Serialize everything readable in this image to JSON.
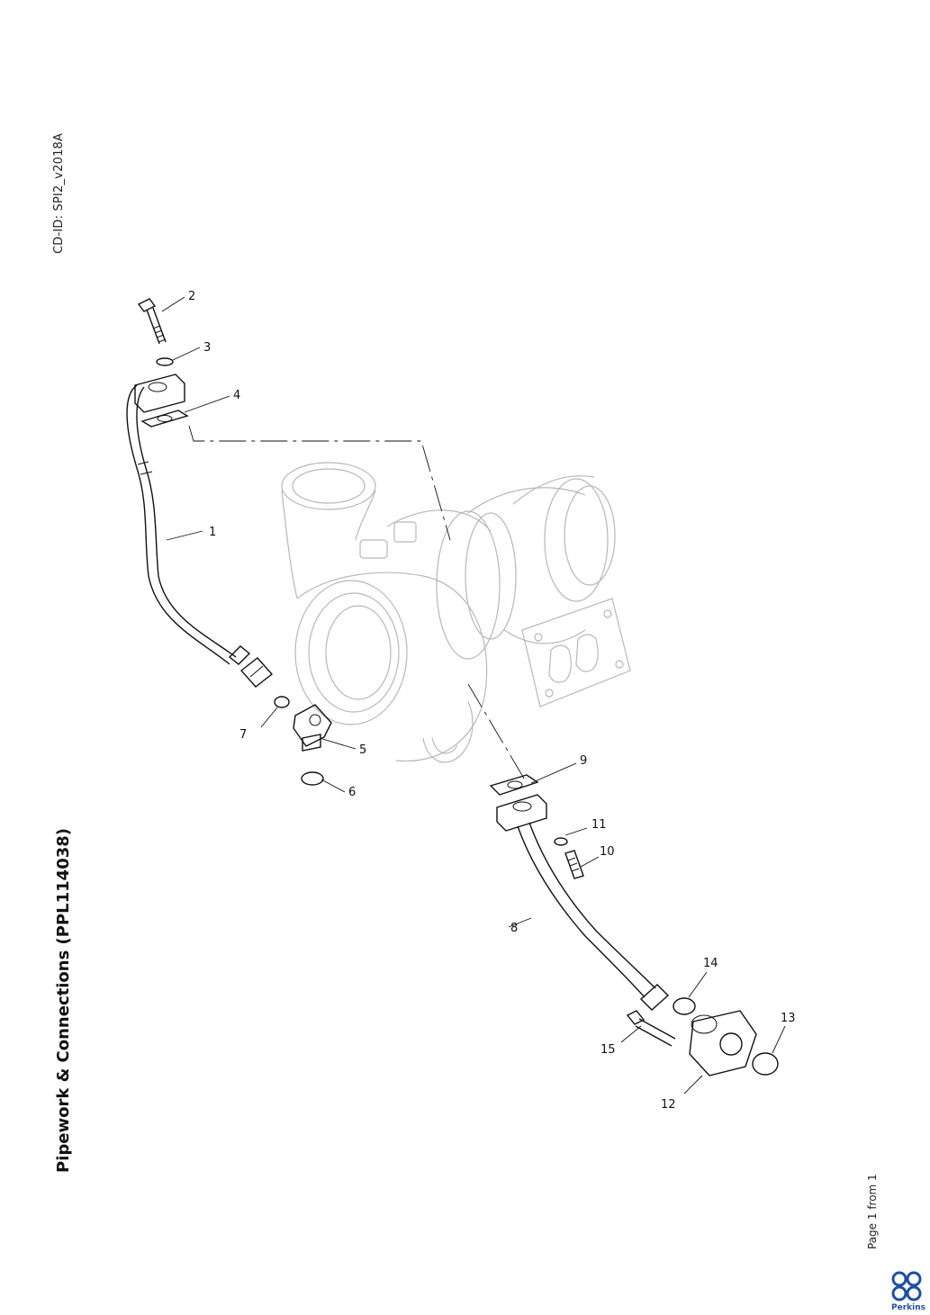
{
  "header": {
    "cd_id": "CD-ID: SPI2_v2018A"
  },
  "title": "Pipework & Connections (PPL114038)",
  "footer": {
    "page": "Page 1 from 1",
    "brand": "Perkins"
  },
  "callouts": [
    "1",
    "2",
    "3",
    "4",
    "5",
    "6",
    "7",
    "8",
    "9",
    "10",
    "11",
    "12",
    "13",
    "14",
    "15"
  ]
}
